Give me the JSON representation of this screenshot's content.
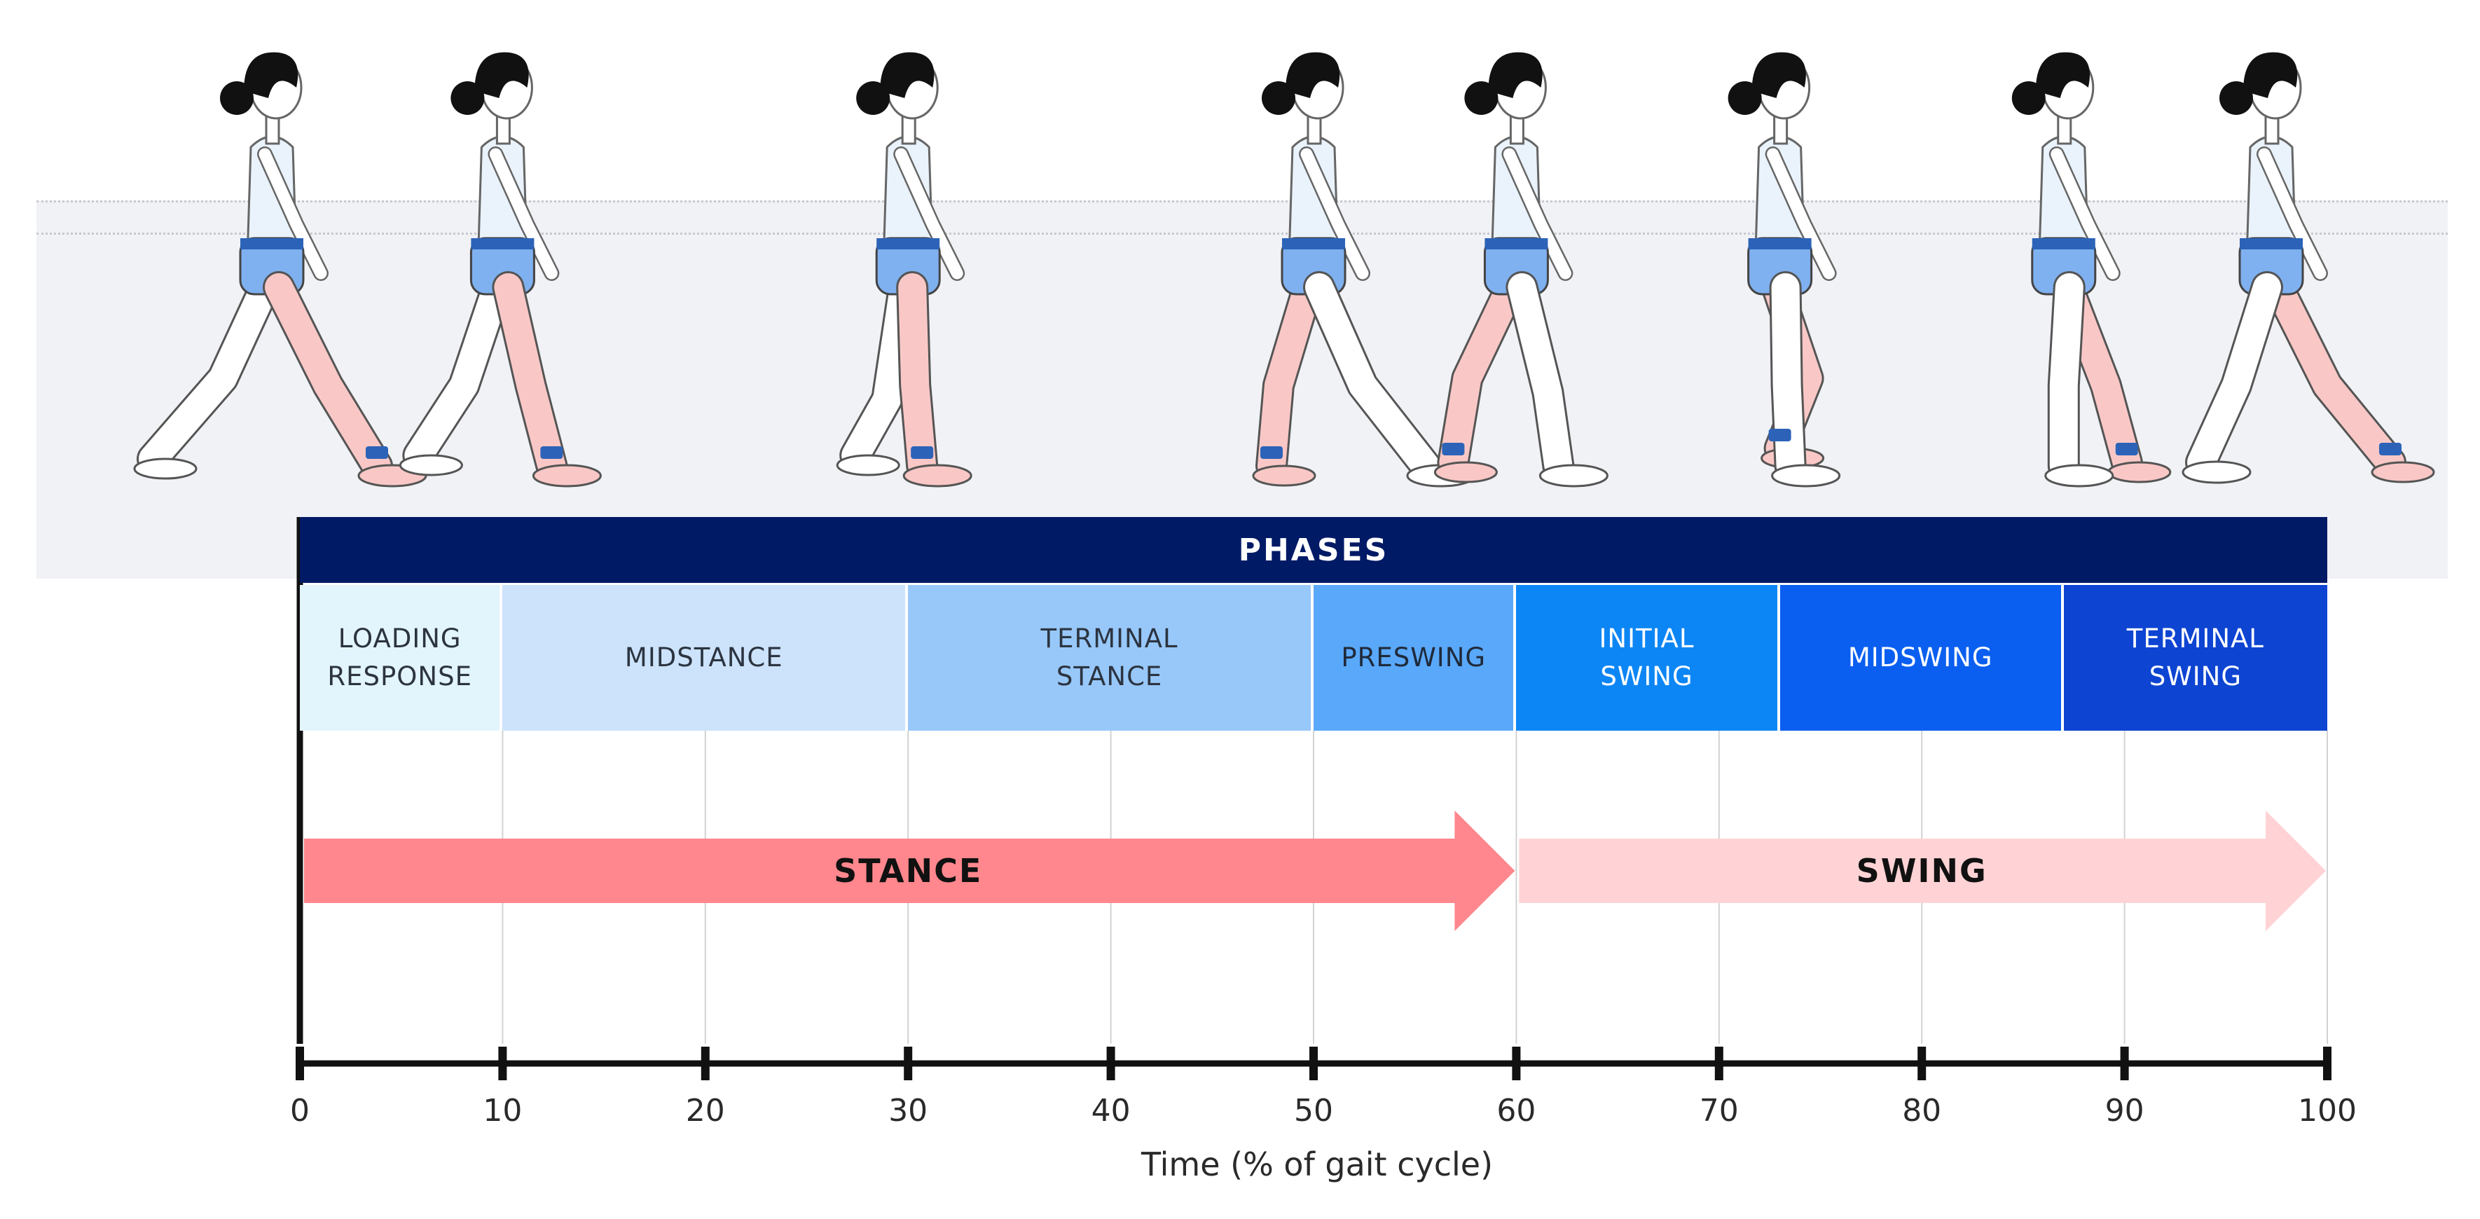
{
  "header": {
    "title": "PHASES"
  },
  "phases": [
    {
      "label": "LOADING\nRESPONSE",
      "start": 0,
      "end": 10,
      "color": "#e2f5fc",
      "text_color": "#2c3440"
    },
    {
      "label": "MIDSTANCE",
      "start": 10,
      "end": 30,
      "color": "#cce3fb",
      "text_color": "#2c3440"
    },
    {
      "label": "TERMINAL\nSTANCE",
      "start": 30,
      "end": 50,
      "color": "#98c8fa",
      "text_color": "#2c3440"
    },
    {
      "label": "PRESWING",
      "start": 50,
      "end": 60,
      "color": "#5aa8f9",
      "text_color": "#1f2a3a"
    },
    {
      "label": "INITIAL\nSWING",
      "start": 60,
      "end": 73,
      "color": "#0d86f5",
      "text_color": "#ffffff"
    },
    {
      "label": "MIDSWING",
      "start": 73,
      "end": 87,
      "color": "#0a5ff0",
      "text_color": "#ffffff"
    },
    {
      "label": "TERMINAL\nSWING",
      "start": 87,
      "end": 100,
      "color": "#0d44d2",
      "text_color": "#ffffff"
    }
  ],
  "arrows": [
    {
      "label": "STANCE",
      "start": 0,
      "end": 60,
      "color": "#ff878d"
    },
    {
      "label": "SWING",
      "start": 60,
      "end": 100,
      "color": "#ffd3d5"
    }
  ],
  "axis": {
    "label": "Time (% of gait cycle)",
    "ticks": [
      "0",
      "10",
      "20",
      "30",
      "40",
      "50",
      "60",
      "70",
      "80",
      "90",
      "100"
    ],
    "min": 0,
    "max": 100
  },
  "figures": [
    {
      "position": 0,
      "leg": "stance-heel-strike"
    },
    {
      "position": 10,
      "leg": "loading"
    },
    {
      "position": 30,
      "leg": "midstance"
    },
    {
      "position": 50,
      "leg": "terminal-stance"
    },
    {
      "position": 60,
      "leg": "preswing"
    },
    {
      "position": 73,
      "leg": "initial-swing"
    },
    {
      "position": 87,
      "leg": "midswing"
    },
    {
      "position": 100,
      "leg": "terminal-swing"
    }
  ],
  "colors": {
    "header": "#001a66",
    "backdrop": "#f1f2f6",
    "axis": "#111111",
    "grid": "#d2d2d2",
    "shorts": "#7fb1f0",
    "sensor": "#2c63b8",
    "leg_highlight": "#f9c8c6"
  }
}
